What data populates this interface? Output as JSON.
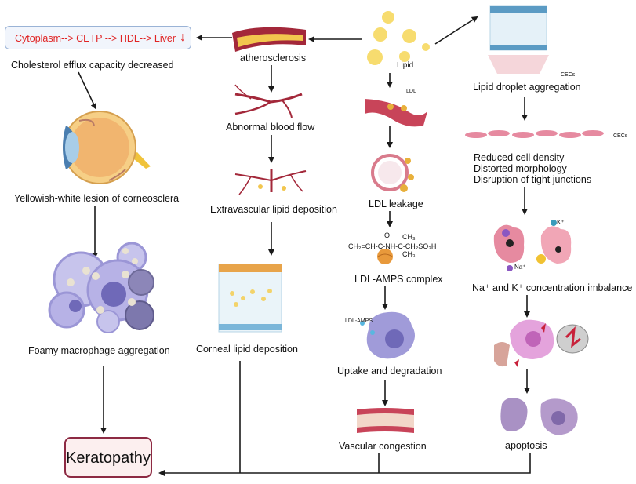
{
  "pathway": {
    "text": "Cytoplasm--> CETP --> HDL--> Liver",
    "arrow": "↓",
    "color": "#e02424"
  },
  "labels": {
    "efflux": "Cholesterol efflux capacity decreased",
    "yellow_lesion": "Yellowish-white lesion of corneosclera",
    "foamy": "Foamy macrophage aggregation",
    "keratopathy": "Keratopathy",
    "atherosclerosis": "atherosclerosis",
    "abnormal_flow": "Abnormal blood flow",
    "extravascular": "Extravascular lipid deposition",
    "corneal_deposition": "Corneal lipid deposition",
    "lipid": "Lipid",
    "ldl_small": "LDL",
    "ldl_leakage": "LDL leakage",
    "ldl_amps": "LDL-AMPS complex",
    "ldl_amps_tag": "LDL-AMPS",
    "uptake": "Uptake and degradation",
    "vascular": "Vascular congestion",
    "droplet": "Lipid droplet aggregation",
    "cecs": "CECs",
    "cecs_2": "CECs",
    "reduced": "Reduced cell density",
    "distorted": "Distorted morphology",
    "disruption": "Disruption of tight junctions",
    "na_small": "Na⁺",
    "k_small": "K⁺",
    "imbalance": "Na⁺ and K⁺ concentration imbalance",
    "apoptosis": "apoptosis"
  },
  "formula": {
    "o_top": "O",
    "ch3_top": "CH₃",
    "main": "CH₂=CH-C-NH-C-CH₂SO₃H",
    "ch3_bottom": "CH₃"
  },
  "colors": {
    "arrow": "#1a1a1a",
    "keratopathy_border": "#8d2a43",
    "keratopathy_fill": "#fcefef",
    "vessel": "#a3283a",
    "lipid": "#f3d36a",
    "macrophage": "#9b96d6",
    "cell_pink": "#e68aa0"
  }
}
